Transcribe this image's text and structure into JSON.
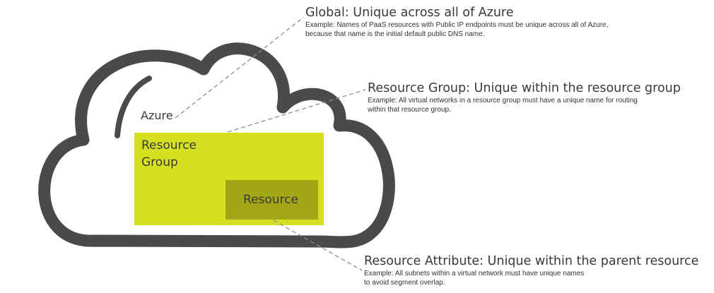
{
  "colors": {
    "cloud_outline": "#4a4a4a",
    "resource_group_fill": "#d4e020",
    "resource_fill": "#a3a715",
    "connector_line": "#8c8c8c",
    "text": "#333333"
  },
  "diagram": {
    "scopes": {
      "azure": "Azure",
      "resource_group": "Resource\nGroup",
      "resource": "Resource"
    },
    "callouts": {
      "global": {
        "title": "Global: Unique across all of Azure",
        "description": "Example: Names of PaaS resources with Public IP endpoints must be unique across all of Azure,\nbecause that name is the initial default public DNS name."
      },
      "resource_group": {
        "title": "Resource Group: Unique within the resource group",
        "description": "Example: All virtual networks in a resource group must have a unique name for routing\nwithin that resource group."
      },
      "resource_attribute": {
        "title": "Resource Attribute: Unique within the parent resource",
        "description": "Example: All subnets within a virtual network must have unique names\nto avoid segment overlap."
      }
    }
  }
}
